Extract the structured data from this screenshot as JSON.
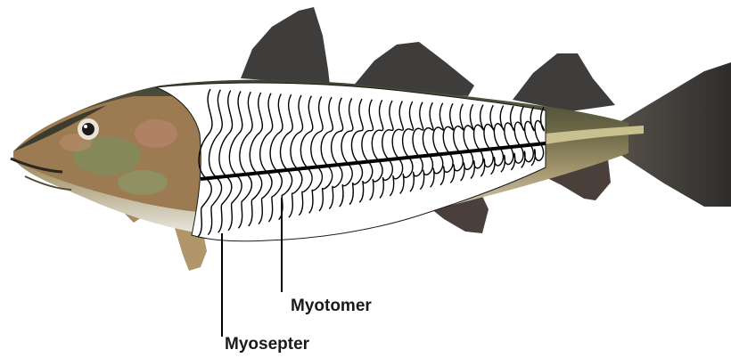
{
  "labels": {
    "myotomer": "Myotomer",
    "myosepter": "Myosepter"
  },
  "icons": {
    "fish": "cod-fish-illustration"
  },
  "colors": {
    "fin": "#3d3b3a",
    "back": "#4a4d3c",
    "head": "#a07c52",
    "mottle": "#7e8e5e",
    "blush": "#b8846a",
    "belly": "#e9e8df",
    "lateral_line": "#c9c08f",
    "muscle_lines": "#000000",
    "cut_area": "#ffffff"
  }
}
